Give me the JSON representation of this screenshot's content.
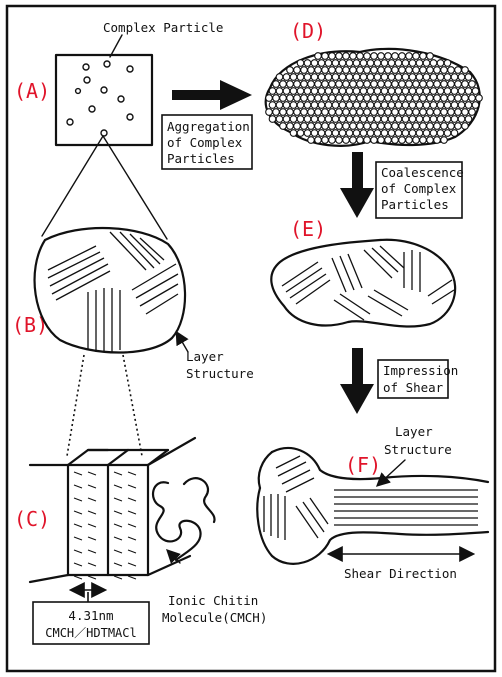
{
  "stages": {
    "a": "(A)",
    "b": "(B)",
    "c": "(C)",
    "d": "(D)",
    "e": "(E)",
    "f": "(F)"
  },
  "labels": {
    "complex_particle": "Complex Particle",
    "aggregation": [
      "Aggregation",
      "of Complex",
      "Particles"
    ],
    "coalescence": [
      "Coalescence",
      "of Complex",
      "Particles"
    ],
    "shear_impression": [
      "Impression",
      "of Shear"
    ],
    "layer_structure_b": [
      "Layer",
      "Structure"
    ],
    "layer_structure_f": [
      "Layer",
      "Structure"
    ],
    "spacing": [
      "4.31nm",
      "CMCH／HDTMACl"
    ],
    "ionic_chitin": [
      "Ionic Chitin",
      "Molecule(CMCH)"
    ],
    "shear_direction": "Shear Direction"
  },
  "colors": {
    "stage_label": "#e0142a",
    "ink": "#111111"
  }
}
